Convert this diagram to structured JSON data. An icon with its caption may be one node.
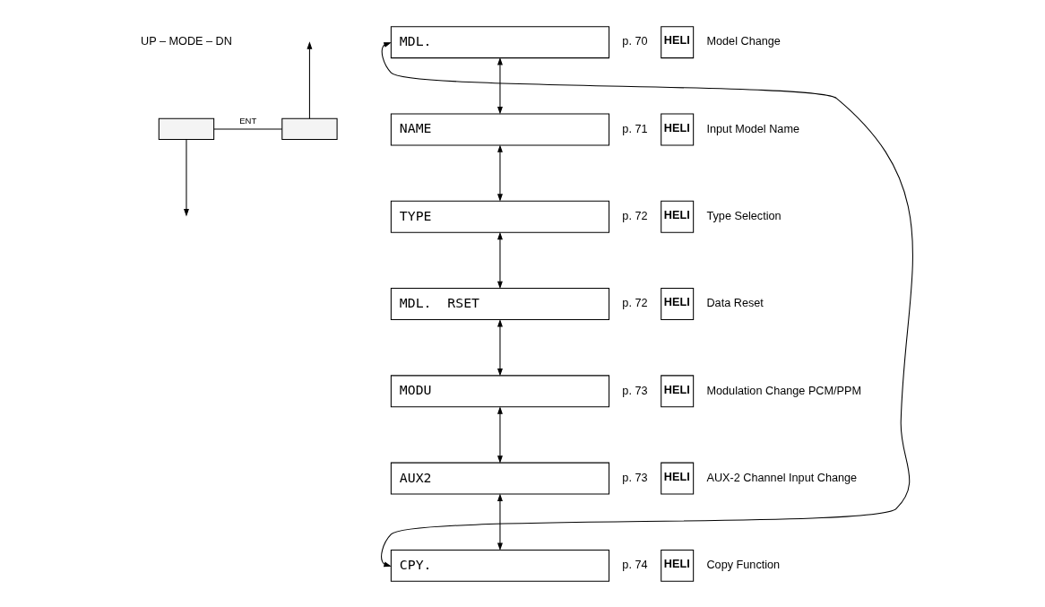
{
  "diagram": {
    "nodes": [
      {
        "text": [],
        "shape": "box"
      },
      {
        "text": [],
        "shape": "box"
      },
      {
        "text": [
          "MDL."
        ],
        "beside": [
          "p. 70",
          "HELI",
          "Model Change"
        ]
      },
      {
        "text": [
          "NAME"
        ],
        "beside": [
          "p. 71",
          "HELI",
          "Input Model Name"
        ]
      },
      {
        "text": [
          "TYPE"
        ],
        "beside": [
          "p. 72",
          "HELI",
          "Type Selection"
        ]
      },
      {
        "text": [
          "MDL.",
          "RSET"
        ],
        "beside": [
          "p. 72",
          "HELI",
          "Data Reset"
        ]
      },
      {
        "text": [
          "MODU"
        ],
        "beside": [
          "p. 73",
          "HELI",
          "Modulation Change PCM/PPM"
        ]
      },
      {
        "text": [
          "AUX2"
        ],
        "beside": [
          "p. 73",
          "HELI",
          "AUX-2 Channel Input Change"
        ]
      },
      {
        "text": [
          "CPY."
        ],
        "beside": [
          "p. 74",
          "HELI",
          "Copy Function"
        ]
      }
    ],
    "edges": [
      {
        "from": 0,
        "to": 1,
        "arrow": "none",
        "label": "ENT"
      },
      {
        "from": 1,
        "to": null,
        "arrow": "to"
      },
      {
        "from": 0,
        "to": null,
        "arrow": "to"
      },
      {
        "from": 2,
        "to": 3,
        "arrow": "both"
      },
      {
        "from": 3,
        "to": 4,
        "arrow": "both"
      },
      {
        "from": 4,
        "to": 5,
        "arrow": "both"
      },
      {
        "from": 5,
        "to": 6,
        "arrow": "both"
      },
      {
        "from": 6,
        "to": 7,
        "arrow": "both"
      },
      {
        "from": 7,
        "to": 8,
        "arrow": "both"
      },
      {
        "from": 8,
        "to": 2,
        "arrow": "both"
      }
    ],
    "labels": [
      "UP – MODE – DN"
    ]
  }
}
